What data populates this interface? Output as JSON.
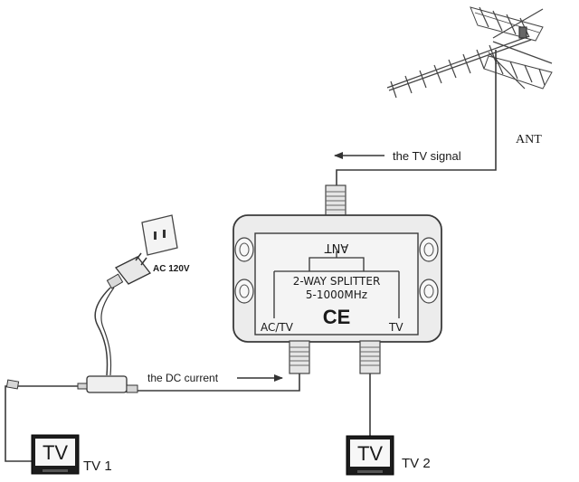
{
  "labels": {
    "ant": "ANT",
    "tv_signal": "the TV signal",
    "dc_current": "the DC current",
    "ac_voltage": "AC 120V",
    "tv1": "TV 1",
    "tv2": "TV 2",
    "tv_screen": "TV"
  },
  "splitter": {
    "ant_port": "ANT",
    "model": "2-WAY  SPLITTER",
    "range": "5-1000MHz",
    "ce_mark": "CE",
    "port_left": "AC/TV",
    "port_right": "TV"
  },
  "colors": {
    "line": "#3a3a3a",
    "device_fill": "#e9e9e9",
    "panel_fill": "#f4f4f4"
  }
}
